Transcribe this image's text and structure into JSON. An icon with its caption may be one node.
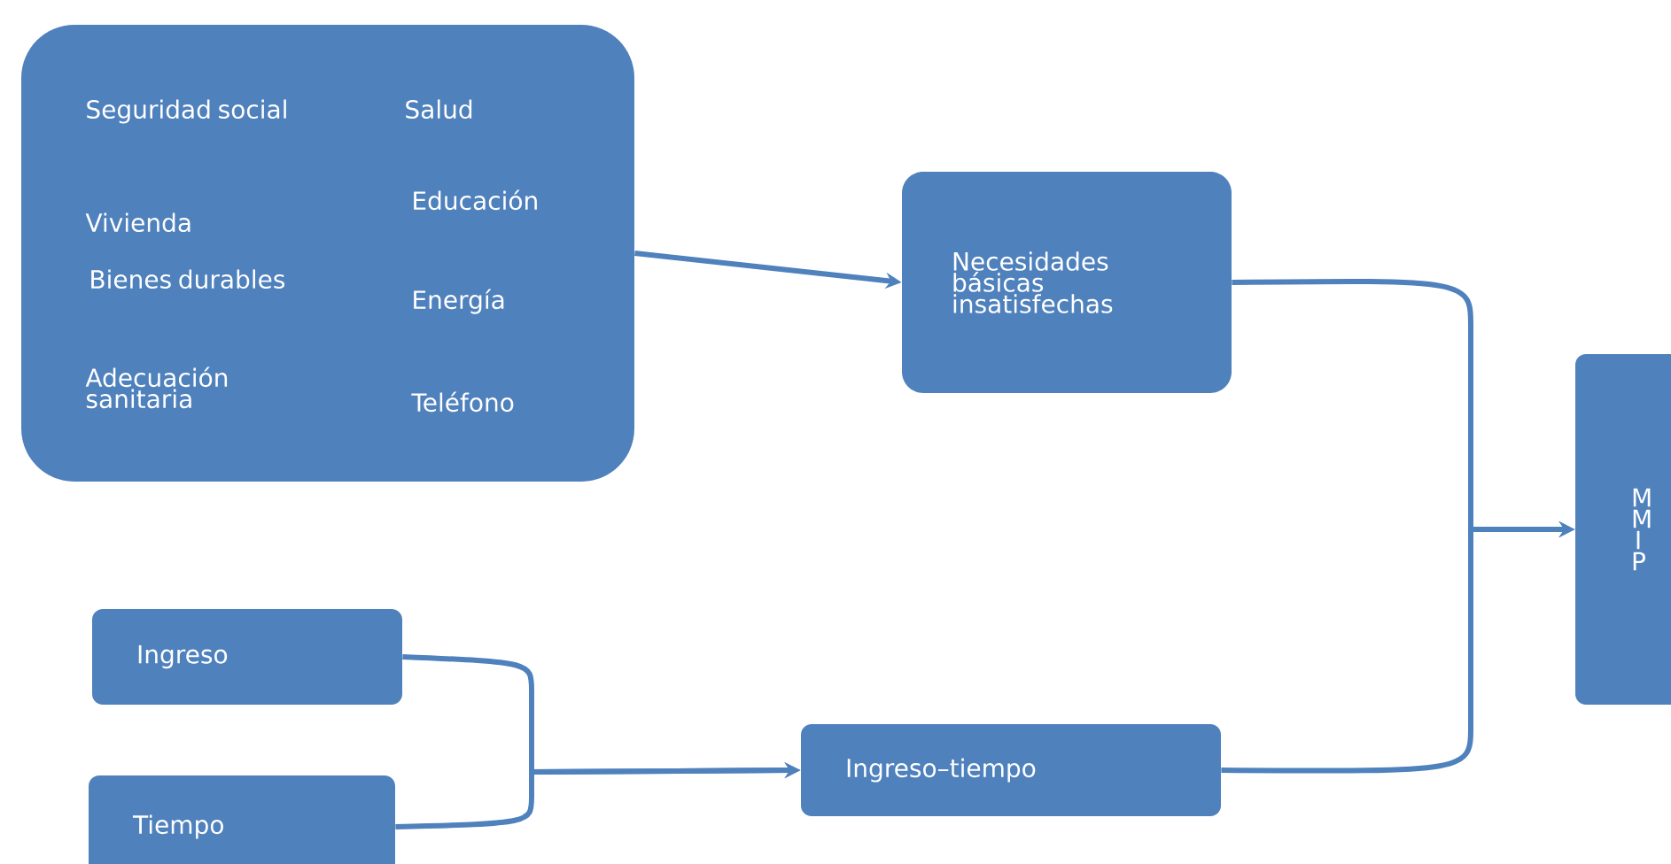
{
  "diagram": {
    "nodes": [
      {
        "text": [
          "Seguridad social",
          "Salud",
          "Vivienda",
          "Educación",
          "Bienes durables",
          "Energía",
          "Adecuación sanitaria",
          "Teléfono"
        ]
      },
      {
        "text": [
          "Necesidades básicas insatisfechas"
        ]
      },
      {
        "text": [
          "M M I P"
        ]
      },
      {
        "text": [
          "Ingreso"
        ]
      },
      {
        "text": [
          "Tiempo"
        ]
      },
      {
        "text": [
          "Ingreso–tiempo"
        ]
      }
    ],
    "edges": [
      {
        "from": 0,
        "to": 1,
        "arrow": "to"
      },
      {
        "from": 1,
        "to": 2,
        "arrow": "to"
      },
      {
        "from": 5,
        "to": 2,
        "arrow": "to"
      },
      {
        "from": 3,
        "to": 5,
        "arrow": "to"
      },
      {
        "from": 4,
        "to": 5,
        "arrow": "to"
      }
    ]
  }
}
